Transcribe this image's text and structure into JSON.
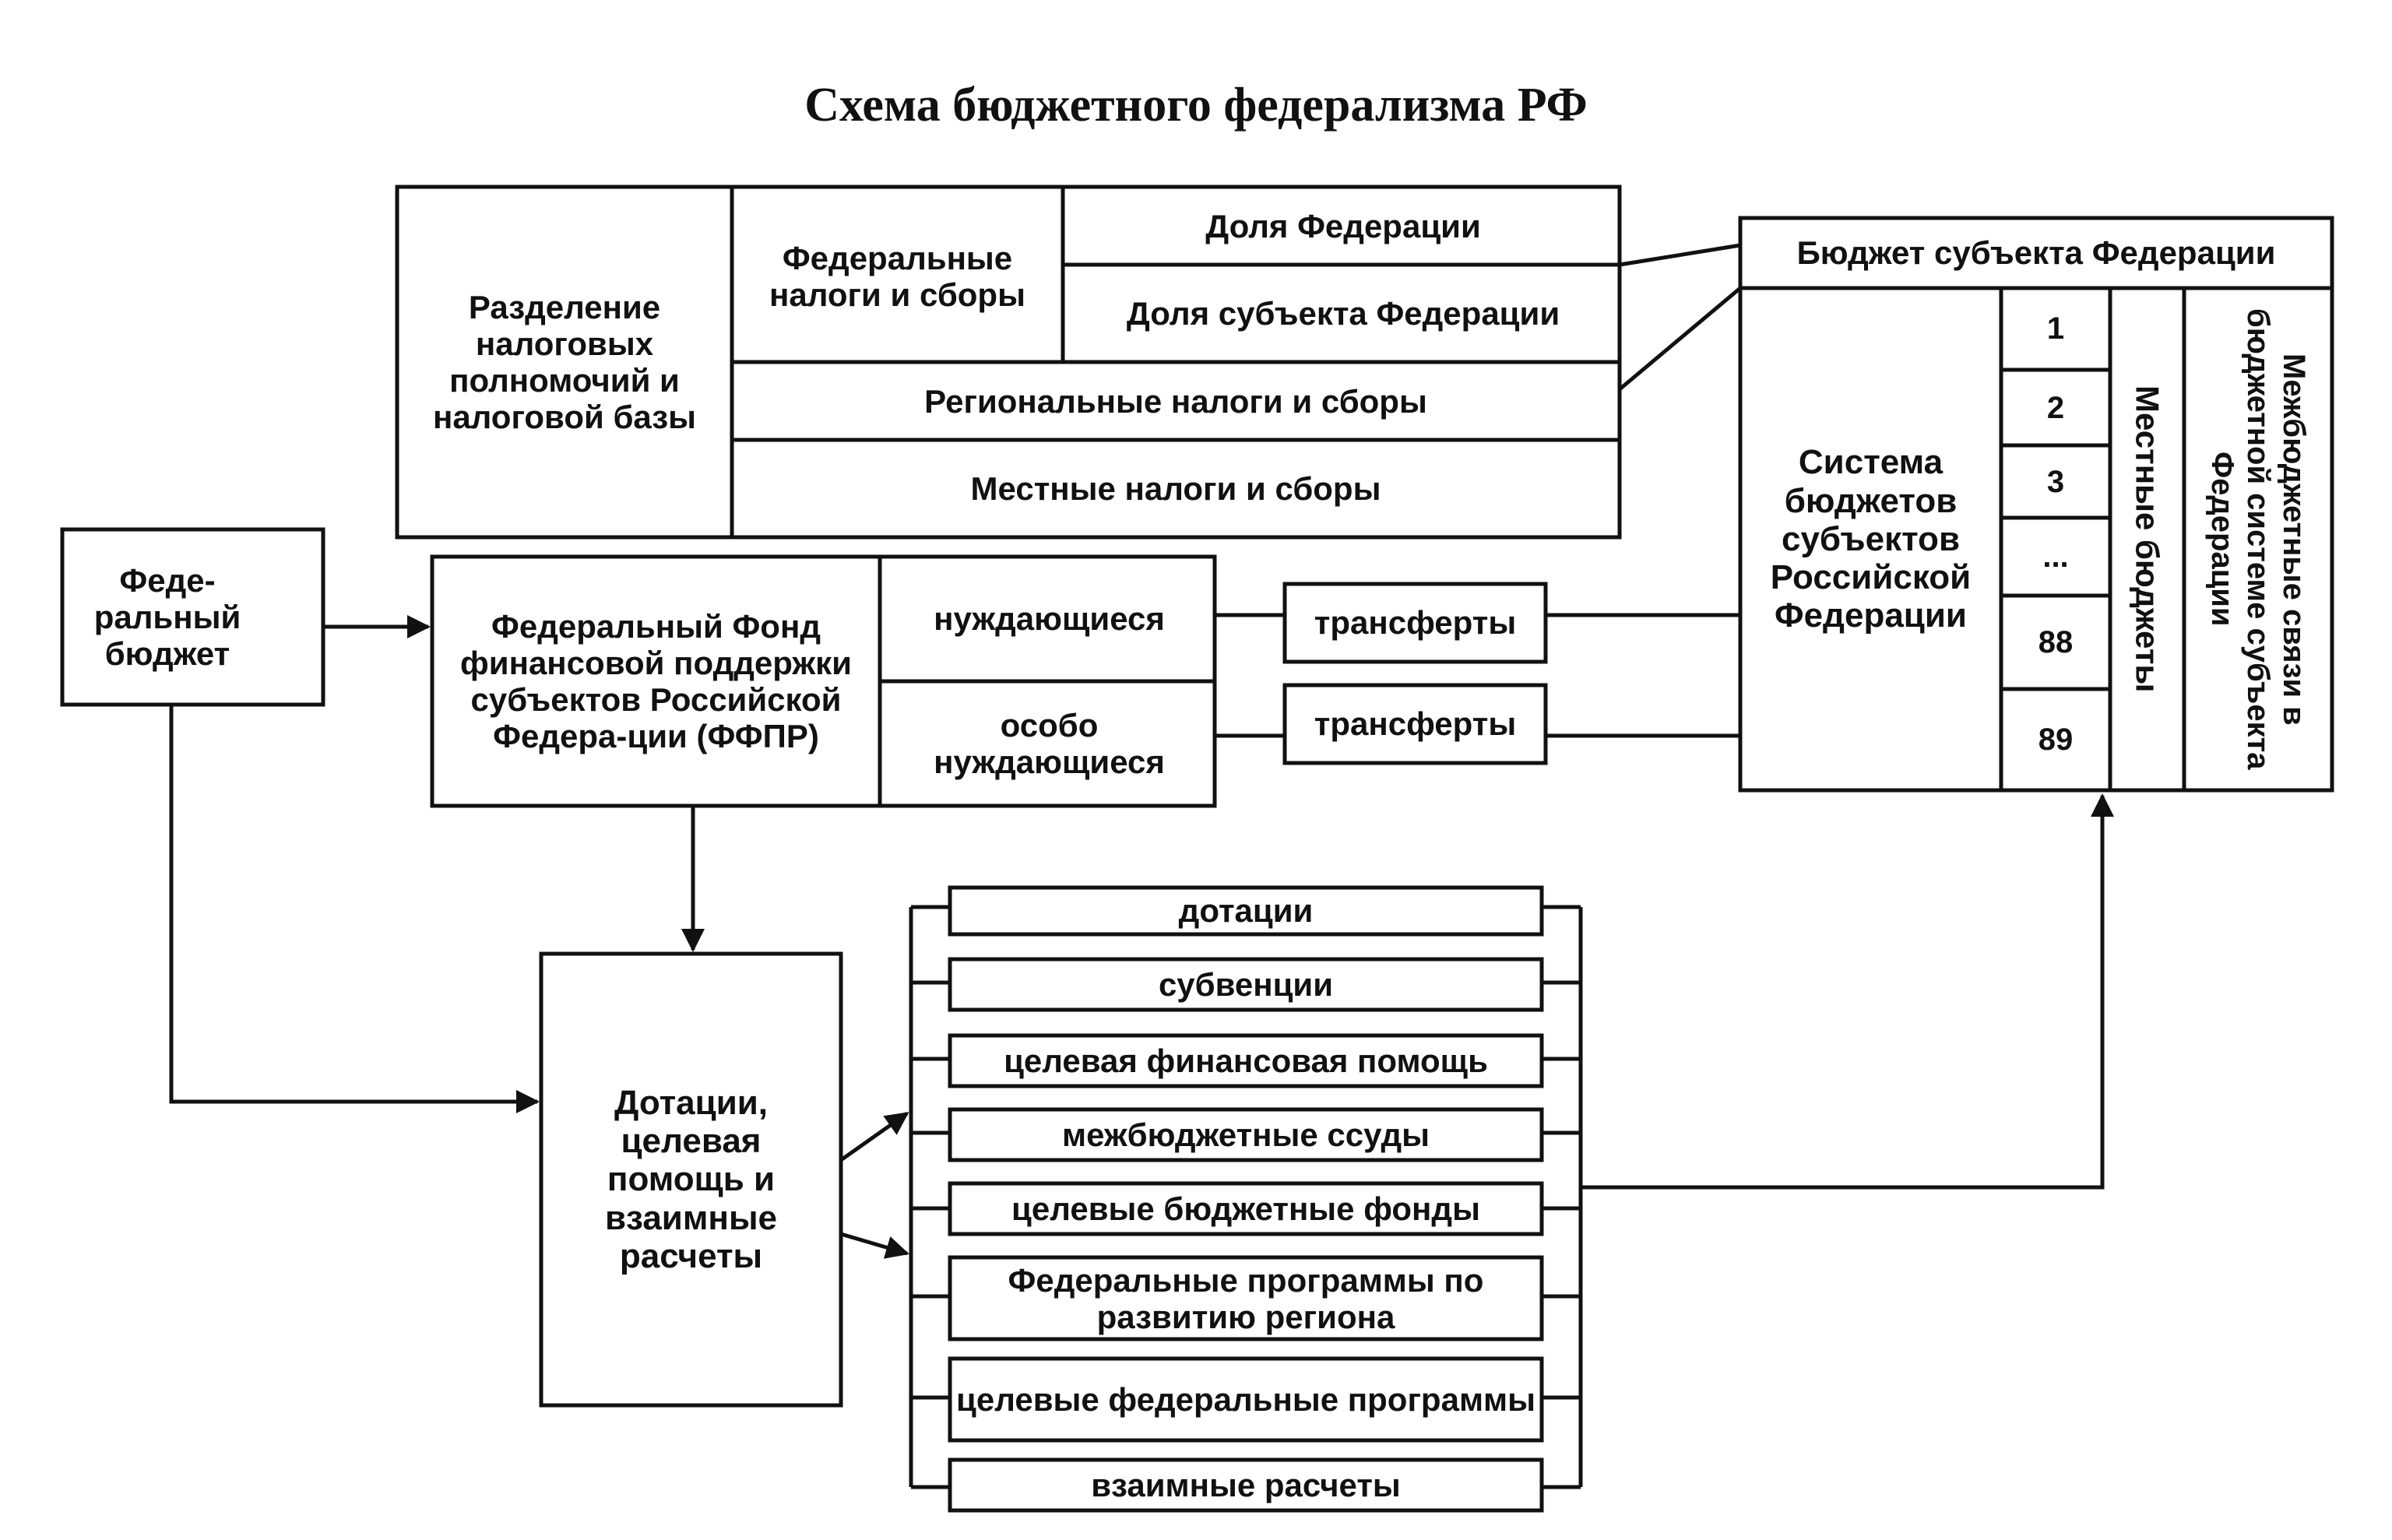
{
  "title": "Схема бюджетного федерализма РФ",
  "tax_split": {
    "label": "Разделение налоговых полномочий и налоговой базы",
    "federal_taxes": "Федеральные налоги и сборы",
    "federation_share": "Доля Федерации",
    "subject_share": "Доля субъекта Федерации",
    "regional_taxes": "Региональные налоги и сборы",
    "local_taxes": "Местные налоги и сборы"
  },
  "subject_budget": "Бюджет субъекта Федерации",
  "budget_system": "Система бюджетов субъектов Российской Федерации",
  "subject_numbers": [
    "1",
    "2",
    "3",
    "...",
    "88",
    "89"
  ],
  "local_budgets": "Местные бюджеты",
  "interbudget_links": "Межбюджетные связи в бюджетной системе субъекта Федерации",
  "federal_budget": "Феде-ральный бюджет",
  "ffpr": {
    "label": "Федеральный Фонд финансовой поддержки субъектов Российской Федера-ции (ФФПР)",
    "needy": "нуждающиеся",
    "especially_needy": "особо нуждающиеся"
  },
  "transfers": [
    "трансферты",
    "трансферты"
  ],
  "subsidies_box": "Дотации, целевая помощь и взаимные расчеты",
  "instruments": [
    "дотации",
    "субвенции",
    "целевая финансовая помощь",
    "межбюджетные ссуды",
    "целевые бюджетные фонды",
    "Федеральные программы по развитию региона",
    "целевые федеральные программы",
    "взаимные расчеты"
  ]
}
